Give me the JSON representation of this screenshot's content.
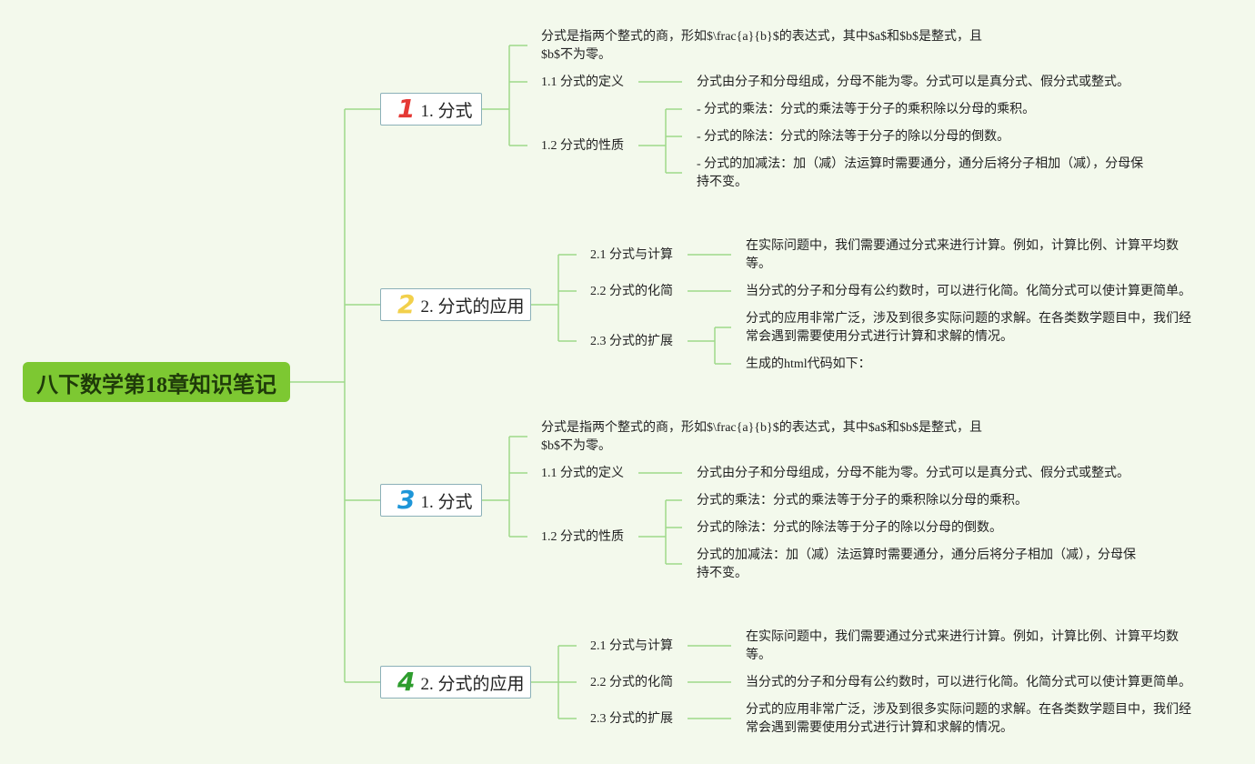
{
  "root": {
    "title": "八下数学第18章知识笔记"
  },
  "colors": {
    "root": "#7dc832",
    "line": "#9ed98a",
    "num1": "#e53935",
    "num2": "#f2d04b",
    "num3": "#1e96d8",
    "num4": "#2e9d2e"
  },
  "branches": [
    {
      "num": "1",
      "label": "1. 分式",
      "intro": "分式是指两个整式的商，形如$\\frac{a}{b}$的表达式，其中$a$和$b$是整式，且$b$不为零。",
      "subs": [
        {
          "label": "1.1 分式的定义",
          "leaves": [
            "分式由分子和分母组成，分母不能为零。分式可以是真分式、假分式或整式。"
          ]
        },
        {
          "label": "1.2 分式的性质",
          "leaves": [
            "- 分式的乘法：分式的乘法等于分子的乘积除以分母的乘积。",
            "- 分式的除法：分式的除法等于分子的除以分母的倒数。",
            "- 分式的加减法：加（减）法运算时需要通分，通分后将分子相加（减），分母保持不变。"
          ]
        }
      ]
    },
    {
      "num": "2",
      "label": "2. 分式的应用",
      "subs": [
        {
          "label": "2.1 分式与计算",
          "leaves": [
            "在实际问题中，我们需要通过分式来进行计算。例如，计算比例、计算平均数等。"
          ]
        },
        {
          "label": "2.2 分式的化简",
          "leaves": [
            "当分式的分子和分母有公约数时，可以进行化简。化简分式可以使计算更简单。"
          ]
        },
        {
          "label": "2.3 分式的扩展",
          "leaves": [
            "分式的应用非常广泛，涉及到很多实际问题的求解。在各类数学题目中，我们经常会遇到需要使用分式进行计算和求解的情况。",
            "生成的html代码如下："
          ]
        }
      ]
    },
    {
      "num": "3",
      "label": "1. 分式",
      "intro": "分式是指两个整式的商，形如$\\frac{a}{b}$的表达式，其中$a$和$b$是整式，且$b$不为零。",
      "subs": [
        {
          "label": "1.1 分式的定义",
          "leaves": [
            "分式由分子和分母组成，分母不能为零。分式可以是真分式、假分式或整式。"
          ]
        },
        {
          "label": "1.2 分式的性质",
          "leaves": [
            "分式的乘法：分式的乘法等于分子的乘积除以分母的乘积。",
            "分式的除法：分式的除法等于分子的除以分母的倒数。",
            "分式的加减法：加（减）法运算时需要通分，通分后将分子相加（减），分母保持不变。"
          ]
        }
      ]
    },
    {
      "num": "4",
      "label": "2. 分式的应用",
      "subs": [
        {
          "label": "2.1 分式与计算",
          "leaves": [
            "在实际问题中，我们需要通过分式来进行计算。例如，计算比例、计算平均数等。"
          ]
        },
        {
          "label": "2.2 分式的化简",
          "leaves": [
            "当分式的分子和分母有公约数时，可以进行化简。化简分式可以使计算更简单。"
          ]
        },
        {
          "label": "2.3 分式的扩展",
          "leaves": [
            "分式的应用非常广泛，涉及到很多实际问题的求解。在各类数学题目中，我们经常会遇到需要使用分式进行计算和求解的情况。"
          ]
        }
      ]
    }
  ]
}
